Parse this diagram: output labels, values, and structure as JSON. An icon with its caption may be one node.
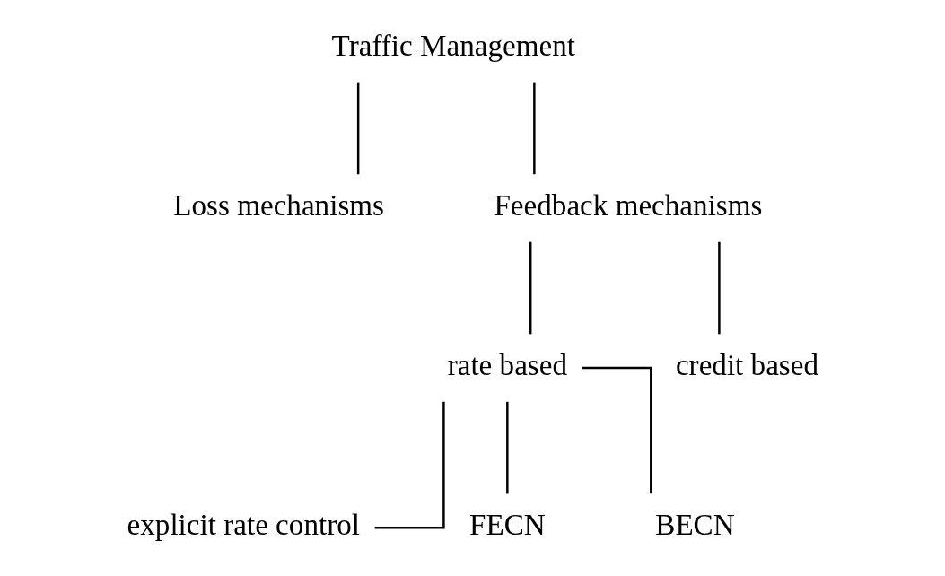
{
  "diagram": {
    "nodes": [
      {
        "text": [
          "Traffic Management"
        ]
      },
      {
        "text": [
          "Loss mechanisms"
        ]
      },
      {
        "text": [
          "Feedback mechanisms"
        ]
      },
      {
        "text": [
          "rate based"
        ]
      },
      {
        "text": [
          "credit based"
        ]
      },
      {
        "text": [
          "explicit rate control"
        ]
      },
      {
        "text": [
          "FECN"
        ]
      },
      {
        "text": [
          "BECN"
        ]
      }
    ],
    "edges": [
      {
        "from": 0,
        "to": 1,
        "arrow": "none"
      },
      {
        "from": 0,
        "to": 2,
        "arrow": "none"
      },
      {
        "from": 2,
        "to": 3,
        "arrow": "none"
      },
      {
        "from": 2,
        "to": 4,
        "arrow": "none"
      },
      {
        "from": 3,
        "to": 5,
        "arrow": "none"
      },
      {
        "from": 3,
        "to": 6,
        "arrow": "none"
      },
      {
        "from": 3,
        "to": 7,
        "arrow": "none"
      }
    ]
  }
}
